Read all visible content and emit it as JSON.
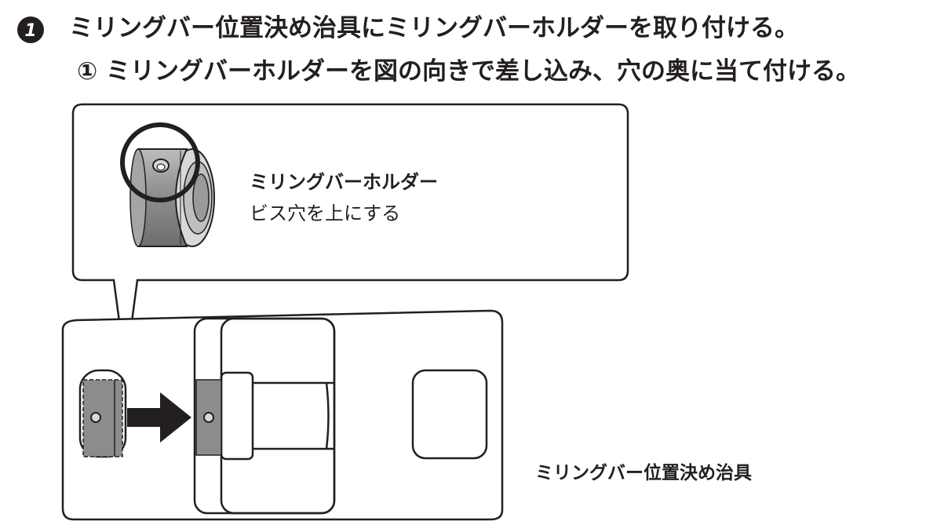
{
  "step": {
    "number": "1",
    "title": "ミリングバー位置決め治具にミリングバーホルダーを取り付ける。",
    "sub_step": "① ミリングバーホルダーを図の向きで差し込み、穴の奥に当て付ける。"
  },
  "callout": {
    "part_name": "ミリングバーホルダー",
    "note": "ビス穴を上にする"
  },
  "figure": {
    "jig_label": "ミリングバー位置決め治具",
    "icons": [
      "arrow-right-icon",
      "circle-highlight-icon",
      "screw-hole-icon"
    ],
    "colors": {
      "line": "#231f20",
      "metal_gray": "#8c8c8c",
      "badge": "#231f20"
    }
  }
}
